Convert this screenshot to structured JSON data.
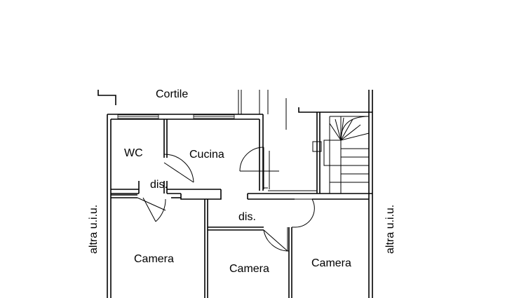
{
  "labels": {
    "cortile": "Cortile",
    "wc": "WC",
    "cucina": "Cucina",
    "dis_small": "dis.",
    "dis_center": "dis.",
    "camera_left": "Camera",
    "camera_middle": "Camera",
    "camera_right": "Camera",
    "altra_left": "altra u.i.u.",
    "altra_right": "altra u.i.u."
  }
}
